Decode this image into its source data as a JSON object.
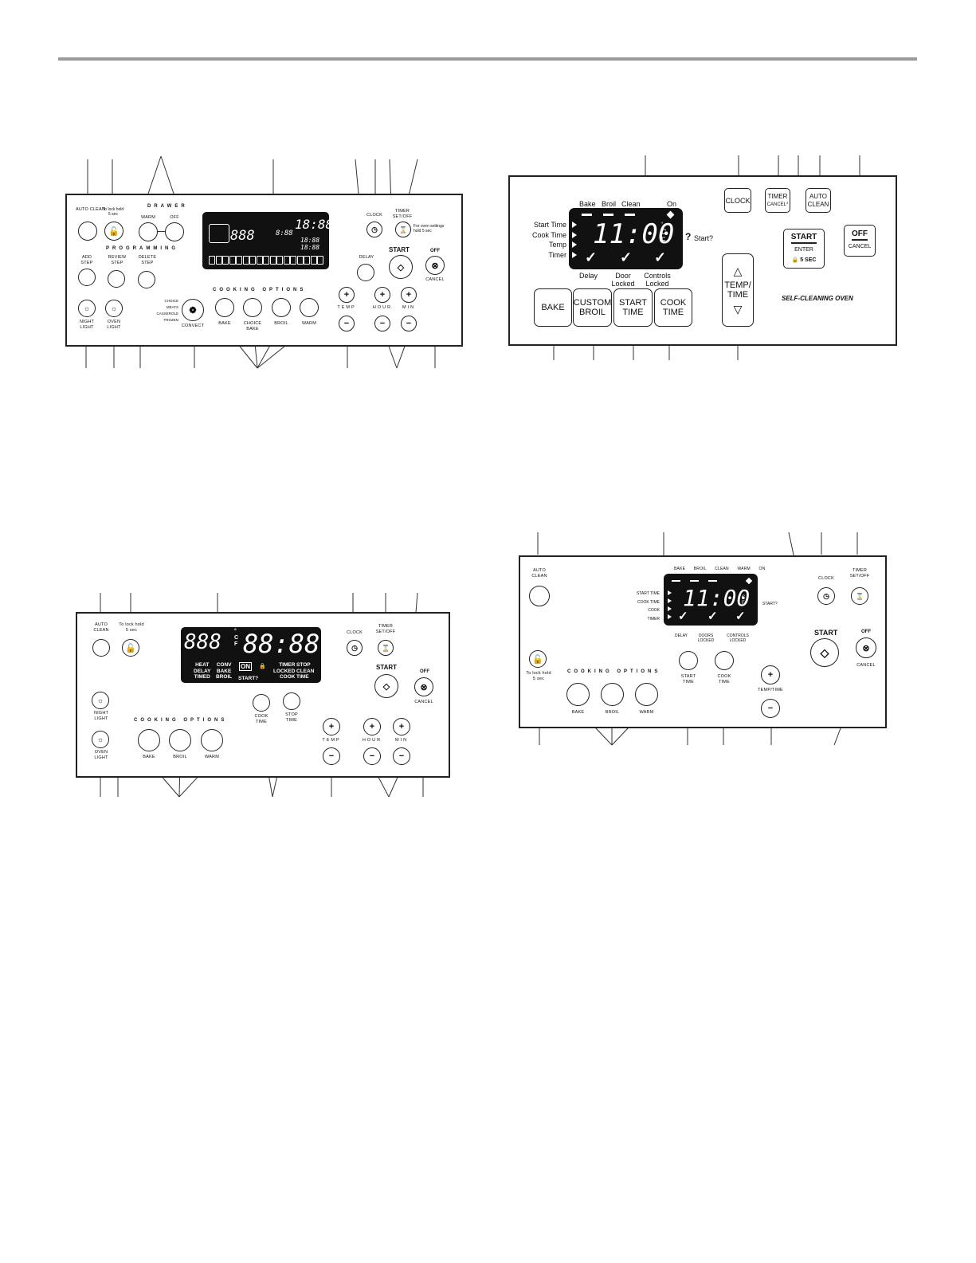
{
  "p1": {
    "auto_clean": "AUTO CLEAN",
    "lock": "To lock hold 5 sec",
    "drawer": "DRAWER",
    "warm": "WARM",
    "off": "OFF",
    "clock": "CLOCK",
    "timer": "TIMER SET/OFF",
    "reset_hint": "For oven settings hold 5 sec",
    "programming": "PROGRAMMING",
    "add_step": "ADD STEP",
    "review_step": "REVIEW STEP",
    "delete_step": "DELETE STEP",
    "delay": "DELAY",
    "start": "START",
    "off_cancel_top": "OFF",
    "cancel": "CANCEL",
    "night_light": "NIGHT LIGHT",
    "oven_light": "OVEN LIGHT",
    "convect_list": "CHOICE\nMEATS\nCASSEROLE\nFROZEN",
    "convect": "CONVECT",
    "cooking_options": "COOKING OPTIONS",
    "bake": "BAKE",
    "choice_bake": "CHOICE BAKE",
    "broil": "BROIL",
    "warm2": "WARM",
    "temp": "TEMP",
    "hour": "HOUR",
    "min": "MIN",
    "lcd_big": "18:88",
    "lcd_mid": "888",
    "lcd_small": "8:88",
    "lcd_r1": "18:88",
    "lcd_r2": "18:88"
  },
  "p2": {
    "bake": "Bake",
    "broil": "Broil",
    "clean": "Clean",
    "on": "On",
    "start_time": "Start Time",
    "cook_time": "Cook Time",
    "temp": "Temp",
    "timer": "Timer",
    "time": "11:00",
    "c": "C",
    "f": "F",
    "start_q": "Start?",
    "delay": "Delay",
    "door_locked": "Door Locked",
    "controls_locked": "Controls Locked",
    "clock_btn": "CLOCK",
    "timer_btn": "TIMER",
    "timer_cancel": "CANCEL*",
    "auto_clean_btn": "AUTO CLEAN",
    "start_btn": "START",
    "enter": "ENTER",
    "five_sec": "5 SEC",
    "off_btn": "OFF",
    "cancel_btn": "CANCEL",
    "bake_btn": "BAKE",
    "custom_broil": "CUSTOM BROIL",
    "start_time_btn": "START TIME",
    "cook_time_btn": "COOK TIME",
    "temp_time": "TEMP/ TIME",
    "self_cleaning": "SELF-CLEANING OVEN"
  },
  "p3": {
    "auto_clean": "AUTO CLEAN",
    "lock": "To lock hold 5 sec",
    "clock": "CLOCK",
    "timer": "TIMER SET/OFF",
    "lcd_temp": "888",
    "lcd_time": "88:88",
    "c": "C",
    "f": "F",
    "heat": "HEAT",
    "delay": "DELAY",
    "timed": "TIMED",
    "conv": "CONV",
    "bake_l": "BAKE",
    "broil_l": "BROIL",
    "on": "ON",
    "start_q": "START?",
    "timer_l": "TIMER",
    "locked": "LOCKED",
    "cook": "COOK",
    "stop": "STOP",
    "clean": "CLEAN",
    "time": "TIME",
    "start": "START",
    "off": "OFF",
    "cancel": "CANCEL",
    "night_light": "NIGHT LIGHT",
    "oven_light": "OVEN LIGHT",
    "cooking_options": "COOKING OPTIONS",
    "bake": "BAKE",
    "broil": "BROIL",
    "warm": "WARM",
    "cook_time": "COOK TIME",
    "stop_time": "STOP TIME",
    "temp": "TEMP",
    "hour": "HOUR",
    "min": "MIN"
  },
  "p4": {
    "auto_clean": "AUTO CLEAN",
    "bake_h": "BAKE",
    "broil_h": "BROIL",
    "clean_h": "CLEAN",
    "warm_h": "WARM",
    "on_h": "ON",
    "start_time": "START TIME",
    "cook_time": "COOK TIME",
    "cook": "COOK",
    "timer": "TIMER",
    "time": "11:00",
    "c": "C",
    "f": "F",
    "start_q": "START?",
    "delay": "DELAY",
    "doors_locked": "DOORS LOCKED",
    "controls_locked": "CONTROLS LOCKED",
    "clock": "CLOCK",
    "timer_setoff": "TIMER SET/OFF",
    "start": "START",
    "off": "OFF",
    "cancel": "CANCEL",
    "lock": "To lock hold 5 sec",
    "cooking_options": "COOKING OPTIONS",
    "start_time_btn": "START TIME",
    "cook_time_btn": "COOK TIME",
    "temp_time": "TEMP/TIME",
    "bake": "BAKE",
    "broil": "BROIL",
    "warm": "WARM"
  }
}
